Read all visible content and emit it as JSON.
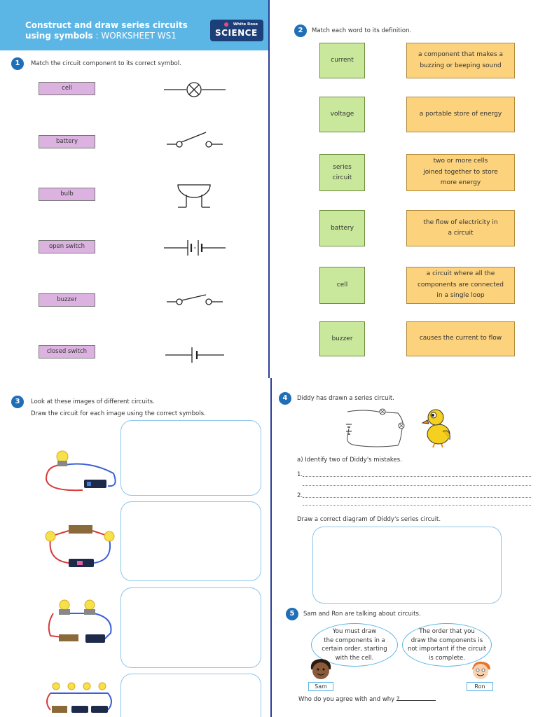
{
  "header": {
    "title_line1": "Construct and draw series circuits",
    "title_line2_bold": "using symbols",
    "title_line2_rest": " : WORKSHEET WS1",
    "logo_small": "White Rose",
    "logo_big": "SCIENCE"
  },
  "q1": {
    "number": "1",
    "text": "Match the circuit component to its correct symbol.",
    "labels": [
      "cell",
      "battery",
      "bulb",
      "open switch",
      "buzzer",
      "closed switch"
    ],
    "symbols": [
      "bulb-symbol",
      "open-switch-symbol",
      "buzzer-symbol",
      "battery-symbol",
      "closed-switch-symbol",
      "cell-symbol"
    ]
  },
  "q2": {
    "number": "2",
    "text": "Match each word to its definition.",
    "words": [
      [
        "current"
      ],
      [
        "voltage"
      ],
      [
        "series",
        "circuit"
      ],
      [
        "battery"
      ],
      [
        "cell"
      ],
      [
        "buzzer"
      ]
    ],
    "definitions": [
      [
        "a component that makes a",
        "buzzing or beeping sound"
      ],
      [
        "a portable store of energy"
      ],
      [
        "two or more cells",
        "joined together to store",
        "more energy"
      ],
      [
        "the flow of electricity in",
        "a circuit"
      ],
      [
        "a circuit where all the",
        "components are connected",
        "in a single loop"
      ],
      [
        "causes the current to flow"
      ]
    ]
  },
  "q3": {
    "number": "3",
    "text_line1": "Look at these images of different circuits.",
    "text_line2": "Draw the circuit for each image using the correct symbols."
  },
  "q4": {
    "number": "4",
    "text": "Diddy has drawn a series circuit.",
    "part_a": "a)  Identify two of Diddy's mistakes.",
    "answer_1": "1.",
    "answer_2": "2.",
    "draw_prompt": "Draw a correct diagram of Diddy's series circuit."
  },
  "q5": {
    "number": "5",
    "text": "Sam and Ron are talking about circuits.",
    "sam_speech": [
      "You must draw",
      "the components in a",
      "certain order, starting",
      "with the cell."
    ],
    "ron_speech": [
      "The order that you",
      "draw the components is",
      "not important if the circuit",
      "is complete."
    ],
    "sam_name": "Sam",
    "ron_name": "Ron",
    "question": "Who do you agree with and why ?"
  },
  "colors": {
    "header_blue": "#5cb6e5",
    "number_blue": "#1f6fb8",
    "label_purple": "#dcb3e0",
    "word_green": "#c9e89b",
    "definition_orange": "#fcd27d",
    "divider_navy": "#2a3f95"
  }
}
